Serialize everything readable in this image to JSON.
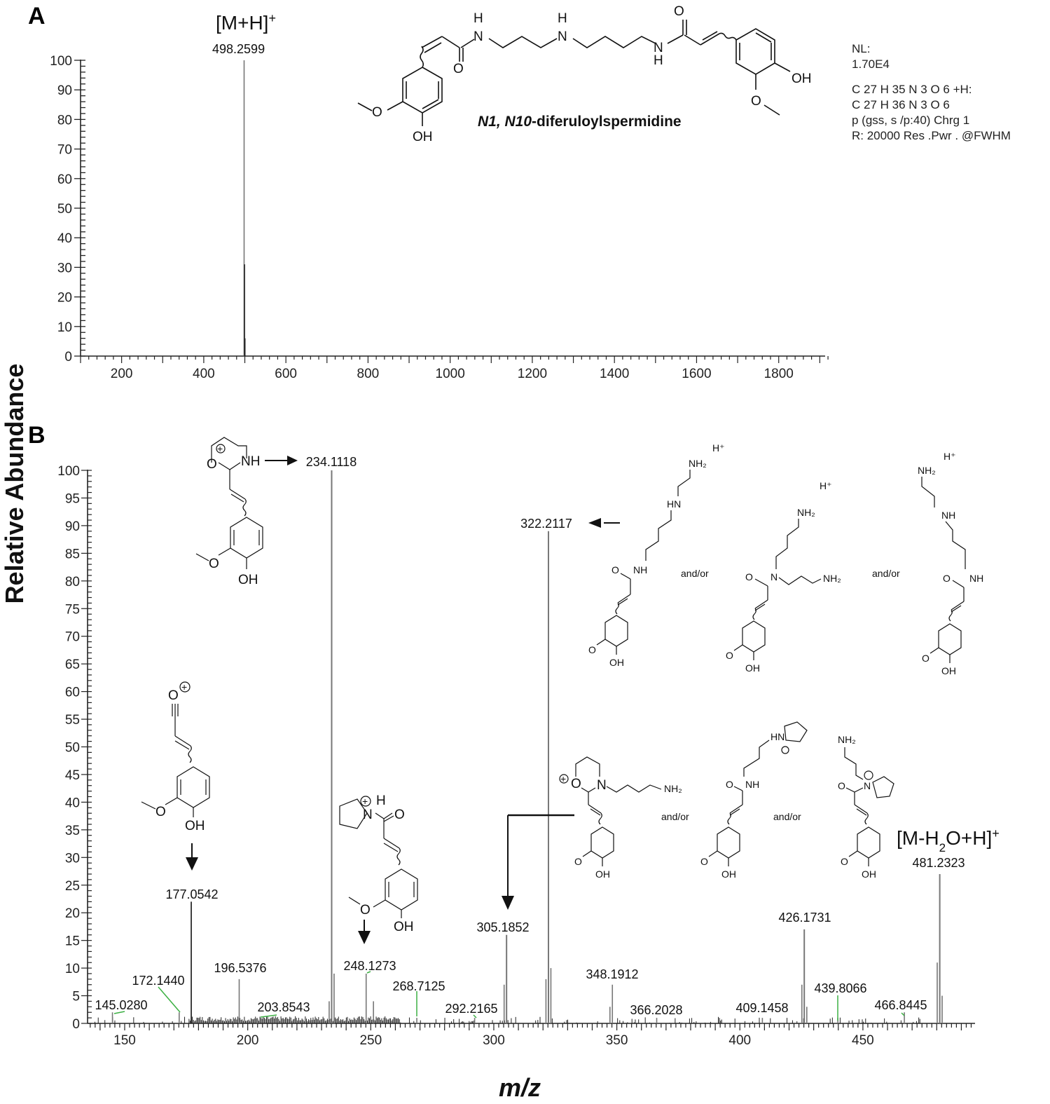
{
  "figure": {
    "panel_a_letter": "A",
    "panel_b_letter": "B",
    "y_axis_title": "Relative Abundance",
    "x_axis_title": "m/z"
  },
  "panel_a": {
    "ion_label": "[M+H]+",
    "ion_label_main": "[M+H]",
    "ion_label_sup": "+",
    "base_peak_label": "498.2599",
    "compound_name_italic": "N1, N10",
    "compound_name_rest": "-diferuloylspermidine",
    "info": {
      "nl_label": "NL:",
      "nl_value": "1.70E4",
      "formula_line1": "C 27 H 35 N 3 O 6 +H:",
      "formula_line2": "C 27 H 36 N 3 O 6",
      "line3": "p (gss, s /p:40) Chrg 1",
      "line4": "R: 20000 Res .Pwr . @FWHM"
    }
  },
  "panel_b": {
    "and_or": "and/or",
    "ion_label_main": "[M-H",
    "ion_label_sub": "2",
    "ion_label_rest": "O+H]",
    "ion_label_sup": "+"
  },
  "chart_data": [
    {
      "type": "bar",
      "title": "A — Full MS of N1, N10-diferuloylspermidine",
      "xlabel": "m/z",
      "ylabel": "Relative Abundance",
      "xlim": [
        100,
        1920
      ],
      "ylim": [
        0,
        100
      ],
      "x_ticks": [
        200,
        400,
        600,
        800,
        1000,
        1200,
        1400,
        1600,
        1800
      ],
      "y_ticks": [
        0,
        10,
        20,
        30,
        40,
        50,
        60,
        70,
        80,
        90,
        100
      ],
      "grid": false,
      "peaks": [
        {
          "mz": 498.2599,
          "intensity": 100,
          "label": "498.2599",
          "annotation": "[M+H]+"
        },
        {
          "mz": 499.26,
          "intensity": 31
        },
        {
          "mz": 500.26,
          "intensity": 6
        }
      ],
      "annotations": [
        "NL: 1.70E4",
        "C27H35N3O6 +H: C27H36N3O6",
        "p (gss, s /p:40) Chrg 1",
        "R: 20000 Res .Pwr . @FWHM"
      ]
    },
    {
      "type": "bar",
      "title": "B — MS/MS of [M+H]+ 498.2599",
      "xlabel": "m/z",
      "ylabel": "Relative Abundance",
      "xlim": [
        135,
        495
      ],
      "ylim": [
        0,
        100
      ],
      "x_ticks": [
        150,
        200,
        250,
        300,
        350,
        400,
        450
      ],
      "y_ticks": [
        0,
        5,
        10,
        15,
        20,
        25,
        30,
        35,
        40,
        45,
        50,
        55,
        60,
        65,
        70,
        75,
        80,
        85,
        90,
        95,
        100
      ],
      "grid": false,
      "peaks": [
        {
          "mz": 145.028,
          "intensity": 2,
          "label": "145.0280"
        },
        {
          "mz": 172.144,
          "intensity": 2,
          "label": "172.1440"
        },
        {
          "mz": 177.0542,
          "intensity": 22,
          "label": "177.0542"
        },
        {
          "mz": 196.5376,
          "intensity": 8,
          "label": "196.5376"
        },
        {
          "mz": 203.8543,
          "intensity": 1,
          "label": "203.8543"
        },
        {
          "mz": 233.1,
          "intensity": 4
        },
        {
          "mz": 234.1118,
          "intensity": 100,
          "label": "234.1118"
        },
        {
          "mz": 235.1,
          "intensity": 9
        },
        {
          "mz": 248.1273,
          "intensity": 9,
          "label": "248.1273"
        },
        {
          "mz": 251.1,
          "intensity": 4
        },
        {
          "mz": 268.7125,
          "intensity": 1,
          "label": "268.7125"
        },
        {
          "mz": 292.2165,
          "intensity": 1,
          "label": "292.2165"
        },
        {
          "mz": 304.2,
          "intensity": 7
        },
        {
          "mz": 305.1852,
          "intensity": 16,
          "label": "305.1852"
        },
        {
          "mz": 321.2,
          "intensity": 8
        },
        {
          "mz": 322.2117,
          "intensity": 89,
          "label": "322.2117"
        },
        {
          "mz": 323.2,
          "intensity": 10
        },
        {
          "mz": 347.2,
          "intensity": 3
        },
        {
          "mz": 348.1912,
          "intensity": 7,
          "label": "348.1912"
        },
        {
          "mz": 366.2028,
          "intensity": 1,
          "label": "366.2028"
        },
        {
          "mz": 409.1458,
          "intensity": 1,
          "label": "409.1458"
        },
        {
          "mz": 425.2,
          "intensity": 7
        },
        {
          "mz": 426.1731,
          "intensity": 17,
          "label": "426.1731"
        },
        {
          "mz": 427.2,
          "intensity": 3
        },
        {
          "mz": 439.8066,
          "intensity": 1,
          "label": "439.8066"
        },
        {
          "mz": 466.8445,
          "intensity": 2,
          "label": "466.8445"
        },
        {
          "mz": 480.2,
          "intensity": 11
        },
        {
          "mz": 481.2323,
          "intensity": 27,
          "label": "481.2323",
          "annotation": "[M-H2O+H]+"
        },
        {
          "mz": 482.2,
          "intensity": 5
        }
      ]
    }
  ]
}
